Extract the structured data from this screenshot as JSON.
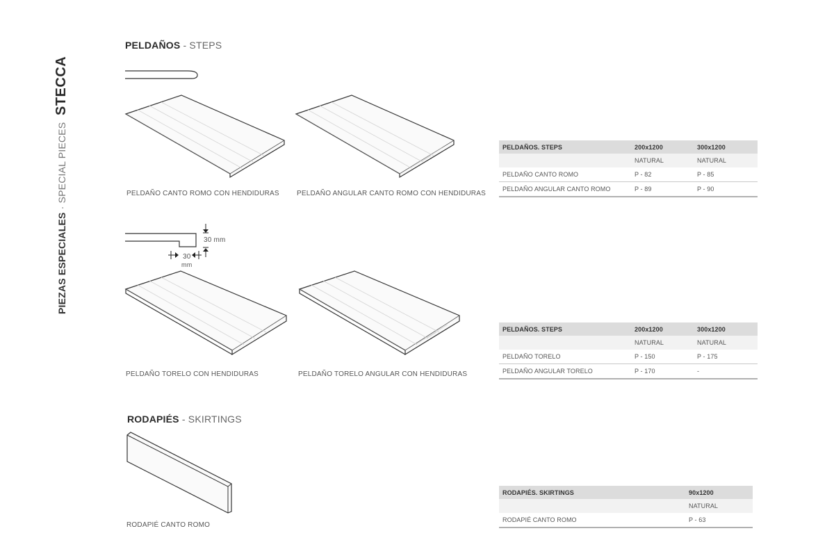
{
  "side": {
    "brand": "STECCA",
    "subtitle_bold": "PIEZAS ESPECIALES",
    "subtitle_light": " · SPECIAL PIECES"
  },
  "steps_section": {
    "title_bold": "PELDAÑOS",
    "title_light": " - STEPS"
  },
  "skirting_section": {
    "title_bold": "RODAPIÉS",
    "title_light": " - SKIRTINGS"
  },
  "captions": {
    "canto_romo": "PELDAÑO CANTO ROMO CON HENDIDURAS",
    "angular_canto_romo": "PELDAÑO ANGULAR CANTO ROMO CON HENDIDURAS",
    "torelo": "PELDAÑO TORELO CON HENDIDURAS",
    "torelo_angular": "PELDAÑO TORELO ANGULAR CON HENDIDURAS",
    "rodapie": "RODAPIÉ CANTO ROMO"
  },
  "dimensions": {
    "height": "30 mm",
    "width_value": "30",
    "width_unit": "mm"
  },
  "table1": {
    "header": [
      "PELDAÑOS. STEPS",
      "200x1200",
      "300x1200"
    ],
    "finish": [
      "",
      "NATURAL",
      "NATURAL"
    ],
    "rows": [
      [
        "PELDAÑO CANTO ROMO",
        "P - 82",
        "P - 85"
      ],
      [
        "PELDAÑO ANGULAR CANTO ROMO",
        "P - 89",
        "P - 90"
      ]
    ]
  },
  "table2": {
    "header": [
      "PELDAÑOS. STEPS",
      "200x1200",
      "300x1200"
    ],
    "finish": [
      "",
      "NATURAL",
      "NATURAL"
    ],
    "rows": [
      [
        "PELDAÑO TORELO",
        "P - 150",
        "P - 175"
      ],
      [
        "PELDAÑO ANGULAR TORELO",
        "P - 170",
        "-"
      ]
    ]
  },
  "table3": {
    "header": [
      "RODAPIÉS. SKIRTINGS",
      "90x1200"
    ],
    "finish": [
      "",
      "NATURAL"
    ],
    "rows": [
      [
        "RODAPIÉ CANTO ROMO",
        "P - 63"
      ]
    ]
  }
}
